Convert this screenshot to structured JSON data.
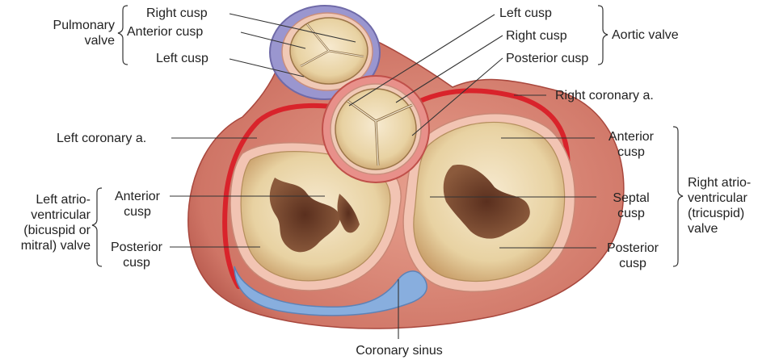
{
  "labels": {
    "pulmonary_valve": [
      "Pulmonary",
      "valve"
    ],
    "pulm_right_cusp": "Right cusp",
    "pulm_anterior_cusp": "Anterior cusp",
    "pulm_left_cusp": "Left cusp",
    "aortic_left_cusp": "Left cusp",
    "aortic_right_cusp": "Right cusp",
    "aortic_posterior_cusp": "Posterior cusp",
    "aortic_valve": "Aortic valve",
    "right_coronary": "Right coronary a.",
    "left_coronary": "Left coronary a.",
    "mitral_valve": [
      "Left atrio-",
      "ventricular",
      "(bicuspid or",
      "mitral) valve"
    ],
    "mitral_anterior_cusp": [
      "Anterior",
      "cusp"
    ],
    "mitral_posterior_cusp": [
      "Posterior",
      "cusp"
    ],
    "tricuspid_anterior_cusp": [
      "Anterior",
      "cusp"
    ],
    "tricuspid_septal_cusp": [
      "Septal",
      "cusp"
    ],
    "tricuspid_posterior_cusp": [
      "Posterior",
      "cusp"
    ],
    "tricuspid_valve": [
      "Right atrio-",
      "ventricular",
      "(tricuspid)",
      "valve"
    ],
    "coronary_sinus": "Coronary sinus"
  },
  "colors": {
    "muscle": "#d97f6e",
    "muscle_dark": "#b9584c",
    "annulus": "#f0c2b1",
    "leaflet": "#efdcb2",
    "leaflet_shade": "#d4b57c",
    "chordae": "#6e3f2a",
    "artery": "#d9232b",
    "pulmonary_ring": "#8b87c6",
    "coronary_sinus": "#7fa6d6",
    "leader": "#333333"
  }
}
